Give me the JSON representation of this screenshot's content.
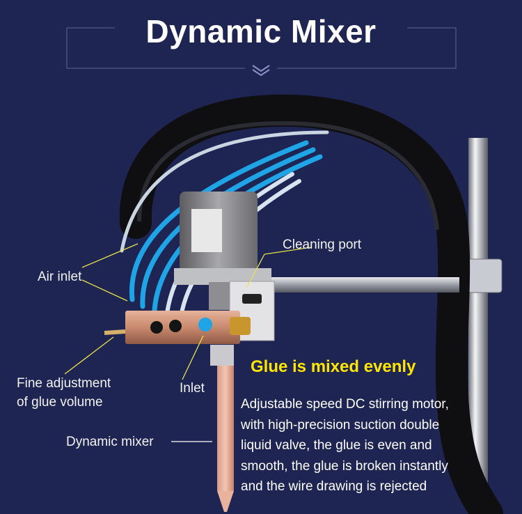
{
  "title": "Dynamic Mixer",
  "labels": {
    "cleaning_port": "Cleaning port",
    "air_inlet": "Air inlet",
    "fine_adjustment_1": "Fine adjustment",
    "fine_adjustment_2": "of glue volume",
    "inlet": "Inlet",
    "dynamic_mixer": "Dynamic mixer"
  },
  "headline": "Glue is mixed evenly",
  "description": [
    "Adjustable speed DC stirring motor,",
    "with high-precision suction double",
    "liquid valve, the glue is even and",
    "smooth, the glue is broken instantly",
    "and the wire drawing is rejected"
  ],
  "colors": {
    "background": "#1f2553",
    "headline": "#ffe600",
    "callout_line": "#e8e34a"
  }
}
